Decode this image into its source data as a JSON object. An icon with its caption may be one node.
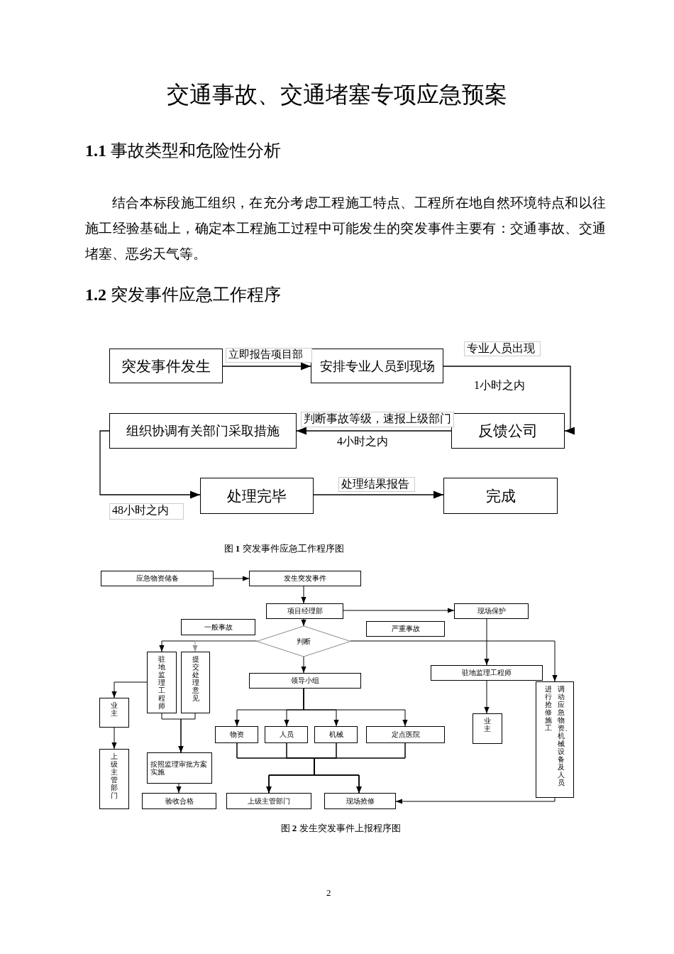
{
  "diagram": {
    "title": "交通事故、交通堵塞专项应急预案",
    "nodes": [
      {
        "text": [
          "突发事件发生"
        ]
      },
      {
        "text": [
          "安排专业人员到现场"
        ]
      },
      {
        "text": [
          "反馈公司"
        ]
      },
      {
        "text": [
          "组织协调有关部门采取措施"
        ]
      },
      {
        "text": [
          "处理完毕"
        ]
      },
      {
        "text": [
          "完成"
        ]
      },
      {
        "text": [
          "应急物资储备"
        ]
      },
      {
        "text": [
          "发生突发事件"
        ]
      },
      {
        "text": [
          "项目经理部"
        ]
      },
      {
        "text": [
          "现场保护"
        ]
      },
      {
        "text": [
          "一般事故"
        ]
      },
      {
        "text": [
          "严重事故"
        ]
      },
      {
        "text": [
          "判断"
        ]
      },
      {
        "text": [
          "驻地监理工程师"
        ]
      },
      {
        "text": [
          "提交处理意见"
        ]
      },
      {
        "text": [
          "领导小组"
        ]
      },
      {
        "text": [
          "驻地监理工程师"
        ]
      },
      {
        "text": [
          "进行抢修施工",
          "调动应急物资、机械设备及人员"
        ]
      },
      {
        "text": [
          "业主"
        ]
      },
      {
        "text": [
          "上级主管部门"
        ]
      },
      {
        "text": [
          "物资"
        ]
      },
      {
        "text": [
          "人员"
        ]
      },
      {
        "text": [
          "机械"
        ]
      },
      {
        "text": [
          "定点医院"
        ]
      },
      {
        "text": [
          "业主"
        ]
      },
      {
        "text": [
          "按照监理审批方案实施"
        ]
      },
      {
        "text": [
          "验收合格"
        ]
      },
      {
        "text": [
          "上级主管部门"
        ]
      },
      {
        "text": [
          "现场抢修"
        ]
      }
    ],
    "edges": [
      {
        "from": 0,
        "to": 1,
        "arrow": "to",
        "label": "立即报告项目部"
      },
      {
        "from": 1,
        "to": 2,
        "arrow": "to",
        "label": "专业人员出现"
      },
      {
        "from": 2,
        "to": 3,
        "arrow": "to",
        "label": "判断事故等级，速报上级部门"
      },
      {
        "from": 3,
        "to": 4,
        "arrow": "to",
        "label": "48小时之内"
      },
      {
        "from": 4,
        "to": 5,
        "arrow": "to",
        "label": "处理结果报告"
      },
      {
        "from": 6,
        "to": 7,
        "arrow": "to"
      },
      {
        "from": 7,
        "to": 8,
        "arrow": "to"
      },
      {
        "from": 8,
        "to": 9,
        "arrow": "to"
      },
      {
        "from": 8,
        "to": 12,
        "arrow": "to"
      },
      {
        "from": 12,
        "to": 13,
        "arrow": "to"
      },
      {
        "from": 12,
        "to": 14,
        "arrow": "to",
        "color": "#999999"
      },
      {
        "from": 12,
        "to": 15,
        "arrow": "to"
      },
      {
        "from": 12,
        "to": 17,
        "arrow": "to"
      },
      {
        "from": 9,
        "to": 16,
        "arrow": "to"
      },
      {
        "from": 16,
        "to": 24,
        "arrow": "to"
      },
      {
        "from": 13,
        "to": 18,
        "arrow": "to"
      },
      {
        "from": 18,
        "to": 19,
        "arrow": "to"
      },
      {
        "from": 13,
        "to": 25,
        "arrow": "to"
      },
      {
        "from": 14,
        "to": 25,
        "arrow": "to"
      },
      {
        "from": 25,
        "to": 26,
        "arrow": "to"
      },
      {
        "from": 15,
        "to": 20,
        "arrow": "to"
      },
      {
        "from": 15,
        "to": 21,
        "arrow": "to"
      },
      {
        "from": 15,
        "to": 22,
        "arrow": "to"
      },
      {
        "from": 15,
        "to": 23,
        "arrow": "to"
      },
      {
        "from": 20,
        "to": 27,
        "arrow": "to"
      },
      {
        "from": 20,
        "to": 28,
        "arrow": "to"
      },
      {
        "from": 21,
        "to": 27,
        "arrow": "to"
      },
      {
        "from": 21,
        "to": 28,
        "arrow": "to"
      },
      {
        "from": 22,
        "to": 27,
        "arrow": "to"
      },
      {
        "from": 22,
        "to": 28,
        "arrow": "to"
      },
      {
        "from": 23,
        "to": 27,
        "arrow": "to"
      },
      {
        "from": 23,
        "to": 28,
        "arrow": "to"
      },
      {
        "from": 17,
        "to": 28,
        "arrow": "to"
      }
    ],
    "labels": [
      "**1.1** 事故类型和危险性分析",
      "结合本标段施工组织，在充分考虑工程施工特点、工程所在地自然环境特点和以往施工经验基础上，确定本工程施工过程中可能发生的突发事件主要有：交通事故、交通堵塞、恶劣天气等。",
      "**1.2** 突发事件应急工作程序",
      "1小时之内",
      "4小时之内",
      "图 **1** 突发事件应急工作程序图",
      "图 **2** 发生突发事件上报程序图",
      "2"
    ]
  }
}
